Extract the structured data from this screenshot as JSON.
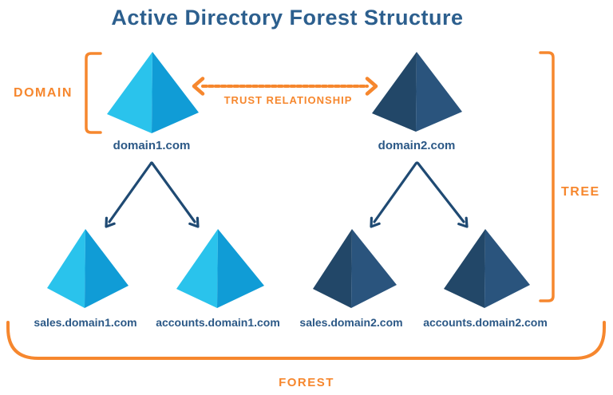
{
  "diagram": {
    "title": "Active Directory Forest Structure",
    "labels": {
      "domain": "DOMAIN",
      "trust_relationship": "TRUST RELATIONSHIP",
      "tree": "TREE",
      "forest": "FOREST"
    },
    "trees": [
      {
        "root": "domain1.com",
        "children": [
          "sales.domain1.com",
          "accounts.domain1.com"
        ]
      },
      {
        "root": "domain2.com",
        "children": [
          "sales.domain2.com",
          "accounts.domain2.com"
        ]
      }
    ],
    "colors": {
      "orange": "#F6872E",
      "title_blue": "#2C5F8E",
      "label_blue": "#2B5886",
      "arrow_navy": "#1F4A73",
      "cyan_left": "#2AC3EC",
      "cyan_right": "#109CD6",
      "navy_left": "#224768",
      "navy_right": "#2A547D"
    }
  }
}
